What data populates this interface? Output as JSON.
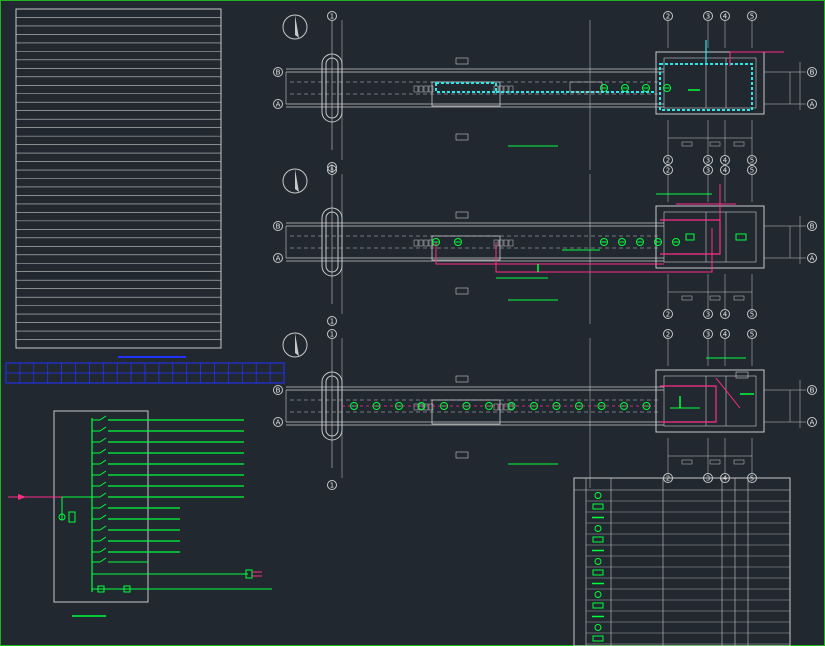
{
  "drawing": {
    "background": "#212830",
    "colors": {
      "line": "#c8c8c8",
      "green": "#00ff3c",
      "magenta": "#ff2d8a",
      "cyan": "#2fe6e6",
      "blue": "#2233ff",
      "frame": "#1fb31f"
    },
    "axis_labels": {
      "grid_1": "1",
      "grid_2": "2",
      "grid_3": "3",
      "grid_4": "4",
      "grid_5": "5",
      "grid_a": "A",
      "grid_b": "B"
    },
    "plans": [
      {
        "id": "plan-1",
        "fixture_count": 4
      },
      {
        "id": "plan-2",
        "fixture_count": 7
      },
      {
        "id": "plan-3",
        "fixture_count": 14
      }
    ],
    "distribution_panel": {
      "circuits_long": 8,
      "circuits_short": 5,
      "circuits_other": 2
    },
    "legend": {
      "rows": 14
    },
    "notes_table": {
      "rows": 40
    },
    "blue_table": {
      "columns": 20,
      "rows": 2
    }
  }
}
